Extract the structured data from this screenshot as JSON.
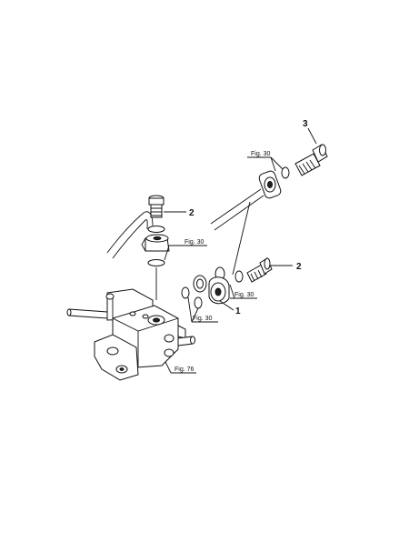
{
  "callouts": {
    "c3": "3",
    "c2_upper": "2",
    "c2_right": "2",
    "c1": "1"
  },
  "figure_refs": {
    "top_right": "Fig. 30",
    "upper_left": "Fig. 30",
    "middle_right": "Fig. 30",
    "middle": "Fig. 30",
    "bottom": "Fig. 76"
  }
}
